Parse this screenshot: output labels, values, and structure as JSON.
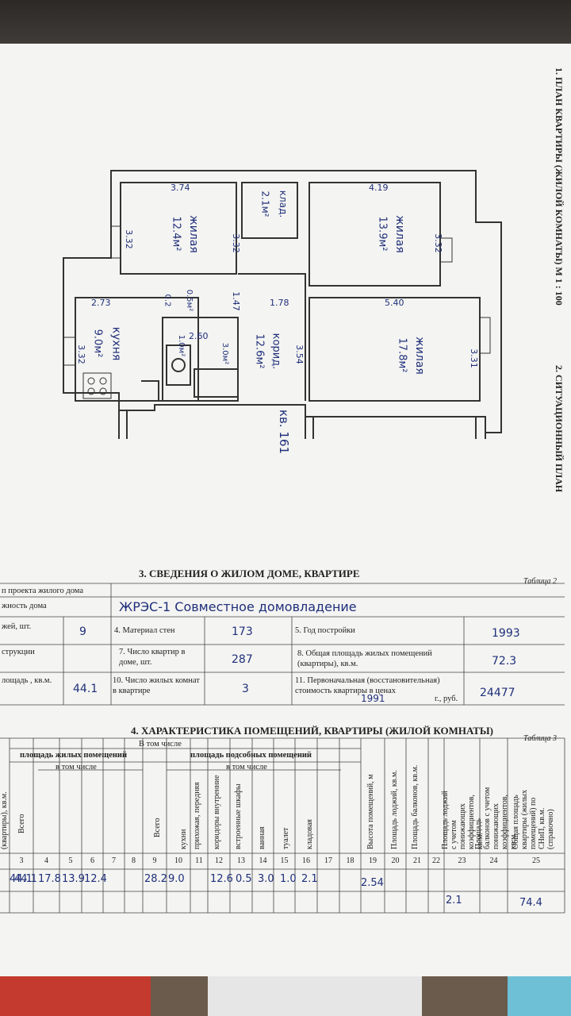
{
  "side_titles": {
    "plan": "1. ПЛАН КВАРТИРЫ (ЖИЛОЙ КОМНАТЫ) М 1 : 100",
    "situation": "2. СИТУАЦИОННЫЙ ПЛАН"
  },
  "plan": {
    "apartment_label": "кв. 161",
    "rooms": [
      {
        "name": "жилая",
        "area": "12.4м²",
        "dims": [
          "3.74",
          "3.32"
        ]
      },
      {
        "name": "клад.",
        "area": "2.1м²"
      },
      {
        "name": "жилая",
        "area": "13.9м²",
        "dims": [
          "4.19",
          "3.32"
        ]
      },
      {
        "name": "кухня",
        "area": "9.0м²",
        "dims": [
          "2.73",
          "3.32"
        ]
      },
      {
        "name": "корид.",
        "area": "12.6м²",
        "dims": [
          "1.78",
          "3.54"
        ]
      },
      {
        "name": "жилая",
        "area": "17.8м²",
        "dims": [
          "5.40",
          "3.31"
        ]
      }
    ],
    "other_labels": [
      "3.32",
      "1.47",
      "2.60",
      "0.5м²",
      "0.2",
      "1.0м²",
      "3.0м²"
    ]
  },
  "section3": {
    "title": "3. СВЕДЕНИЯ О ЖИЛОМ ДОМЕ, КВАРТИРЕ",
    "table_label": "Таблица 2",
    "row1_label": "п проекта жилого дома",
    "row2_label": "жность дома",
    "row2_value": "ЖРЭС-1     Совместное домовладение",
    "r3": {
      "l1": "жей, шт.",
      "v1": "9",
      "l2": "4. Материал стен",
      "v2": "173",
      "l3": "5. Год постройки",
      "v3": "1993"
    },
    "r4": {
      "l1": "струкции",
      "l2": "7. Число квартир в доме, шт.",
      "v2": "287",
      "l3": "8. Общая площадь жилых помещений (квартиры), кв.м.",
      "v3": "72.3"
    },
    "r5": {
      "l1": "лощадь , кв.м.",
      "v1": "44.1",
      "l2": "10. Число жилых комнат в квартире",
      "v2": "3",
      "l3": "11. Первоначальная (восстановительная) стоимость квартиры в ценах",
      "v3": "24477",
      "year": "1991",
      "unit": "г., руб."
    }
  },
  "section4": {
    "title": "4. ХАРАКТЕРИСТИКА ПОМЕЩЕНИЙ, КВАРТИРЫ (ЖИЛОЙ КОМНАТЫ)",
    "table_label": "Таблица 3",
    "header_incl": "В том числе",
    "header_living": "площадь жилых помещений",
    "header_aux": "площадь подсобных помещений",
    "header_incl_sub": "в том числе",
    "left_col": "(квартиры), кв.м.",
    "col_vsego": "Всего",
    "aux_cols": [
      "Всего",
      "кухни",
      "прихожая, передняя",
      "коридоры внутренние",
      "встроенные шкафы",
      "ванная",
      "туалет",
      "кладовая"
    ],
    "right_cols": [
      "Высота помещений, м",
      "Площадь лоджий, кв.м.",
      "Площадь балконов, кв.м.",
      "Площадь лоджий с учетом понижающих коэффициентов, кв.м.",
      "Площадь балконов с учетом понижающих коэффициентов, кв.м.",
      "Общая площадь квартиры (жилых помещений) по СНиП, кв.м. (справочно)"
    ],
    "col_numbers": [
      "3",
      "4",
      "5",
      "6",
      "7",
      "8",
      "9",
      "10",
      "11",
      "12",
      "13",
      "14",
      "15",
      "16",
      "17",
      "18",
      "19",
      "20",
      "21",
      "22",
      "23",
      "24",
      "25"
    ],
    "values": {
      "c0": "44.1",
      "c3": "44.1",
      "c4": "17.8",
      "c5": "13.9",
      "c6": "12.4",
      "c9": "28.2",
      "c10": "9.0",
      "c12": "12.6",
      "c13": "0.5",
      "c14": "3.0",
      "c15": "1.0",
      "c16": "2.1",
      "c19": "2.54",
      "c23": "2.1",
      "c25": "74.4"
    }
  },
  "colors": {
    "ink": "#1f2f7a",
    "paper": "#f4f4f2",
    "print": "#222222"
  }
}
